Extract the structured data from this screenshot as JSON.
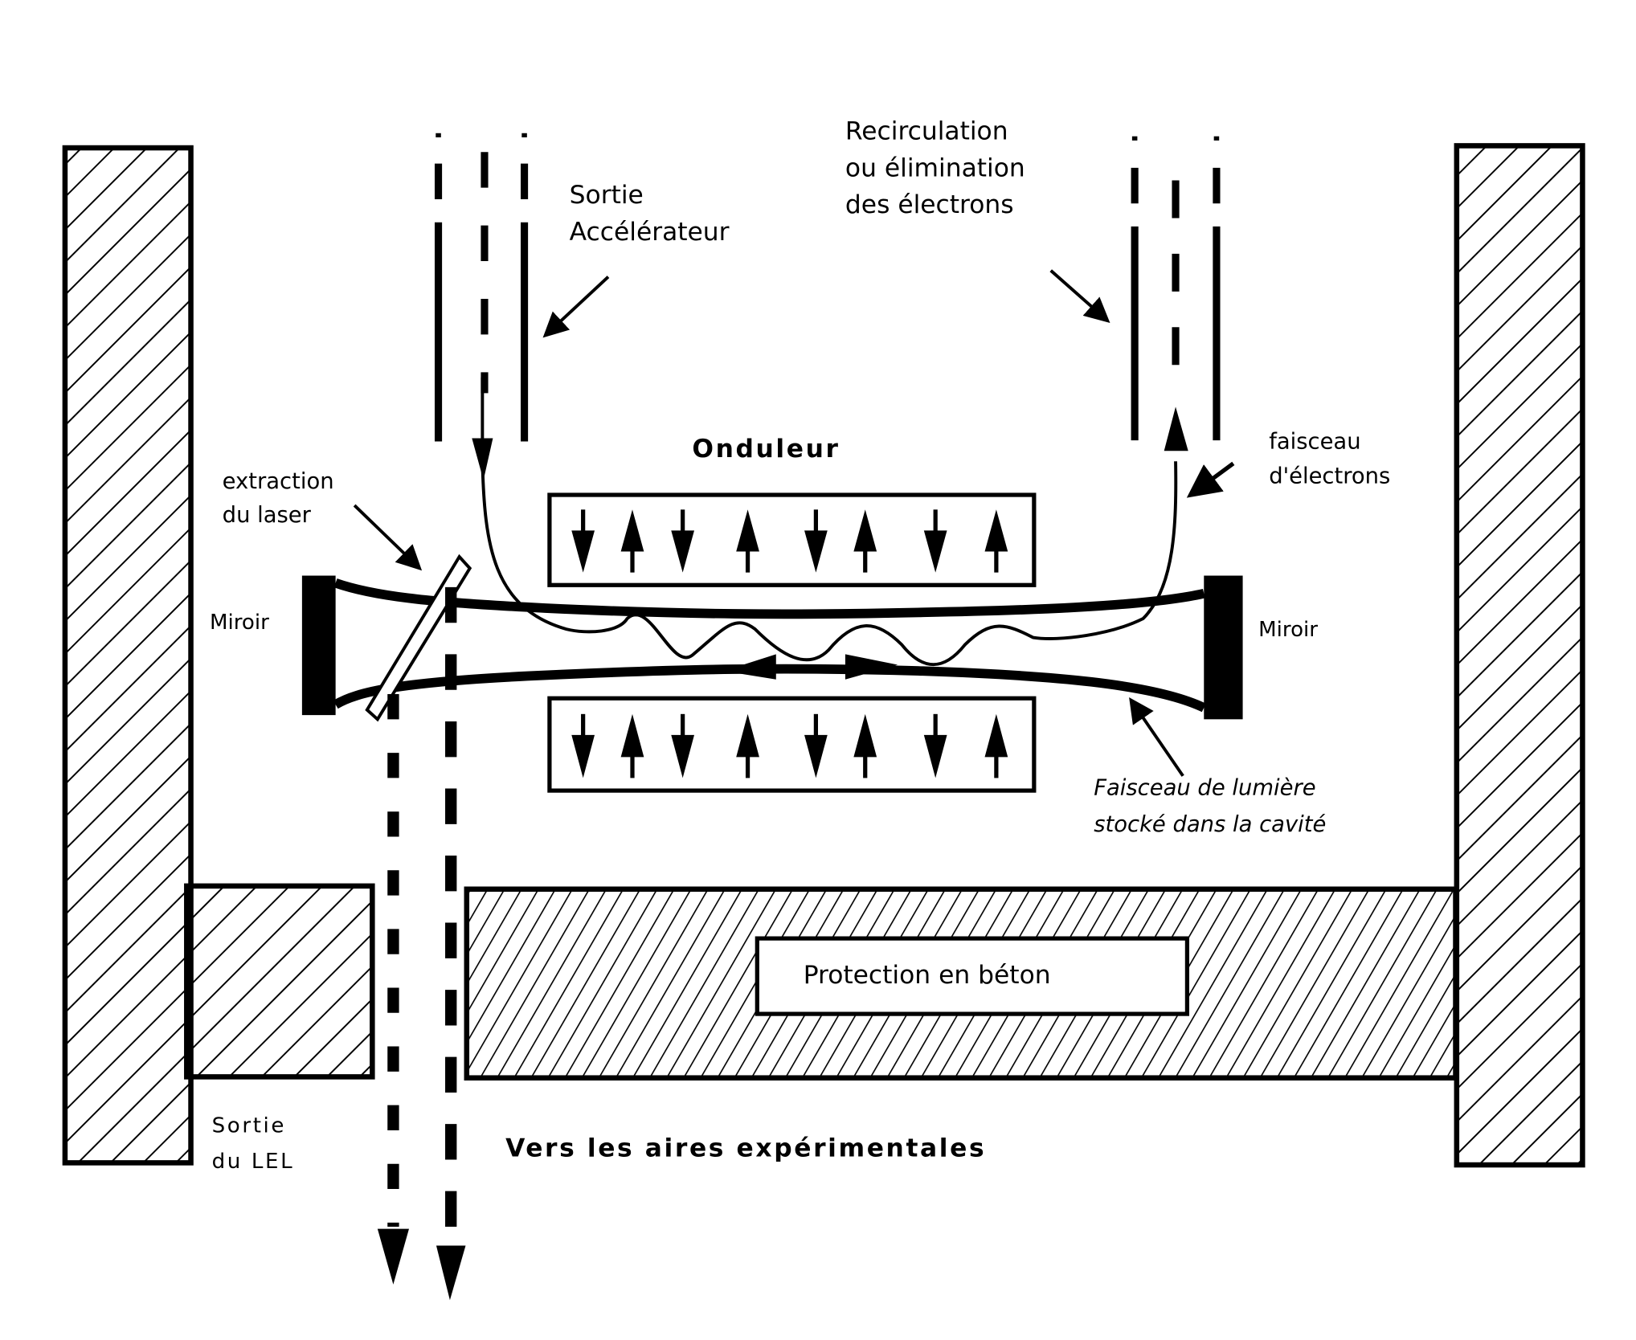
{
  "diagram": {
    "title": "Free-electron laser (LEL) cavity layout",
    "labels": {
      "accelerator_exit": [
        "Sortie",
        "Accélérateur"
      ],
      "recirculation": [
        "Recirculation",
        "ou élimination",
        "des électrons"
      ],
      "undulator": "Onduleur",
      "electron_beam": [
        "faisceau",
        "d'électrons"
      ],
      "laser_extraction": [
        "extraction",
        "du laser"
      ],
      "mirror_left": "Miroir",
      "mirror_right": "Miroir",
      "light_beam": [
        "Faisceau de lumière",
        "stocké dans la cavité"
      ],
      "concrete_protection": "Protection en béton",
      "fel_exit": [
        "Sortie",
        "du LEL"
      ],
      "to_experimental_areas": "Vers les aires expérimentales"
    },
    "undulator_magnets_top": [
      "down",
      "up",
      "down",
      "up",
      "down",
      "up",
      "down",
      "up"
    ],
    "undulator_magnets_bottom": [
      "down",
      "up",
      "down",
      "up",
      "down",
      "up",
      "down",
      "up"
    ],
    "colors": {
      "ink": "#000000",
      "background": "#ffffff"
    }
  }
}
